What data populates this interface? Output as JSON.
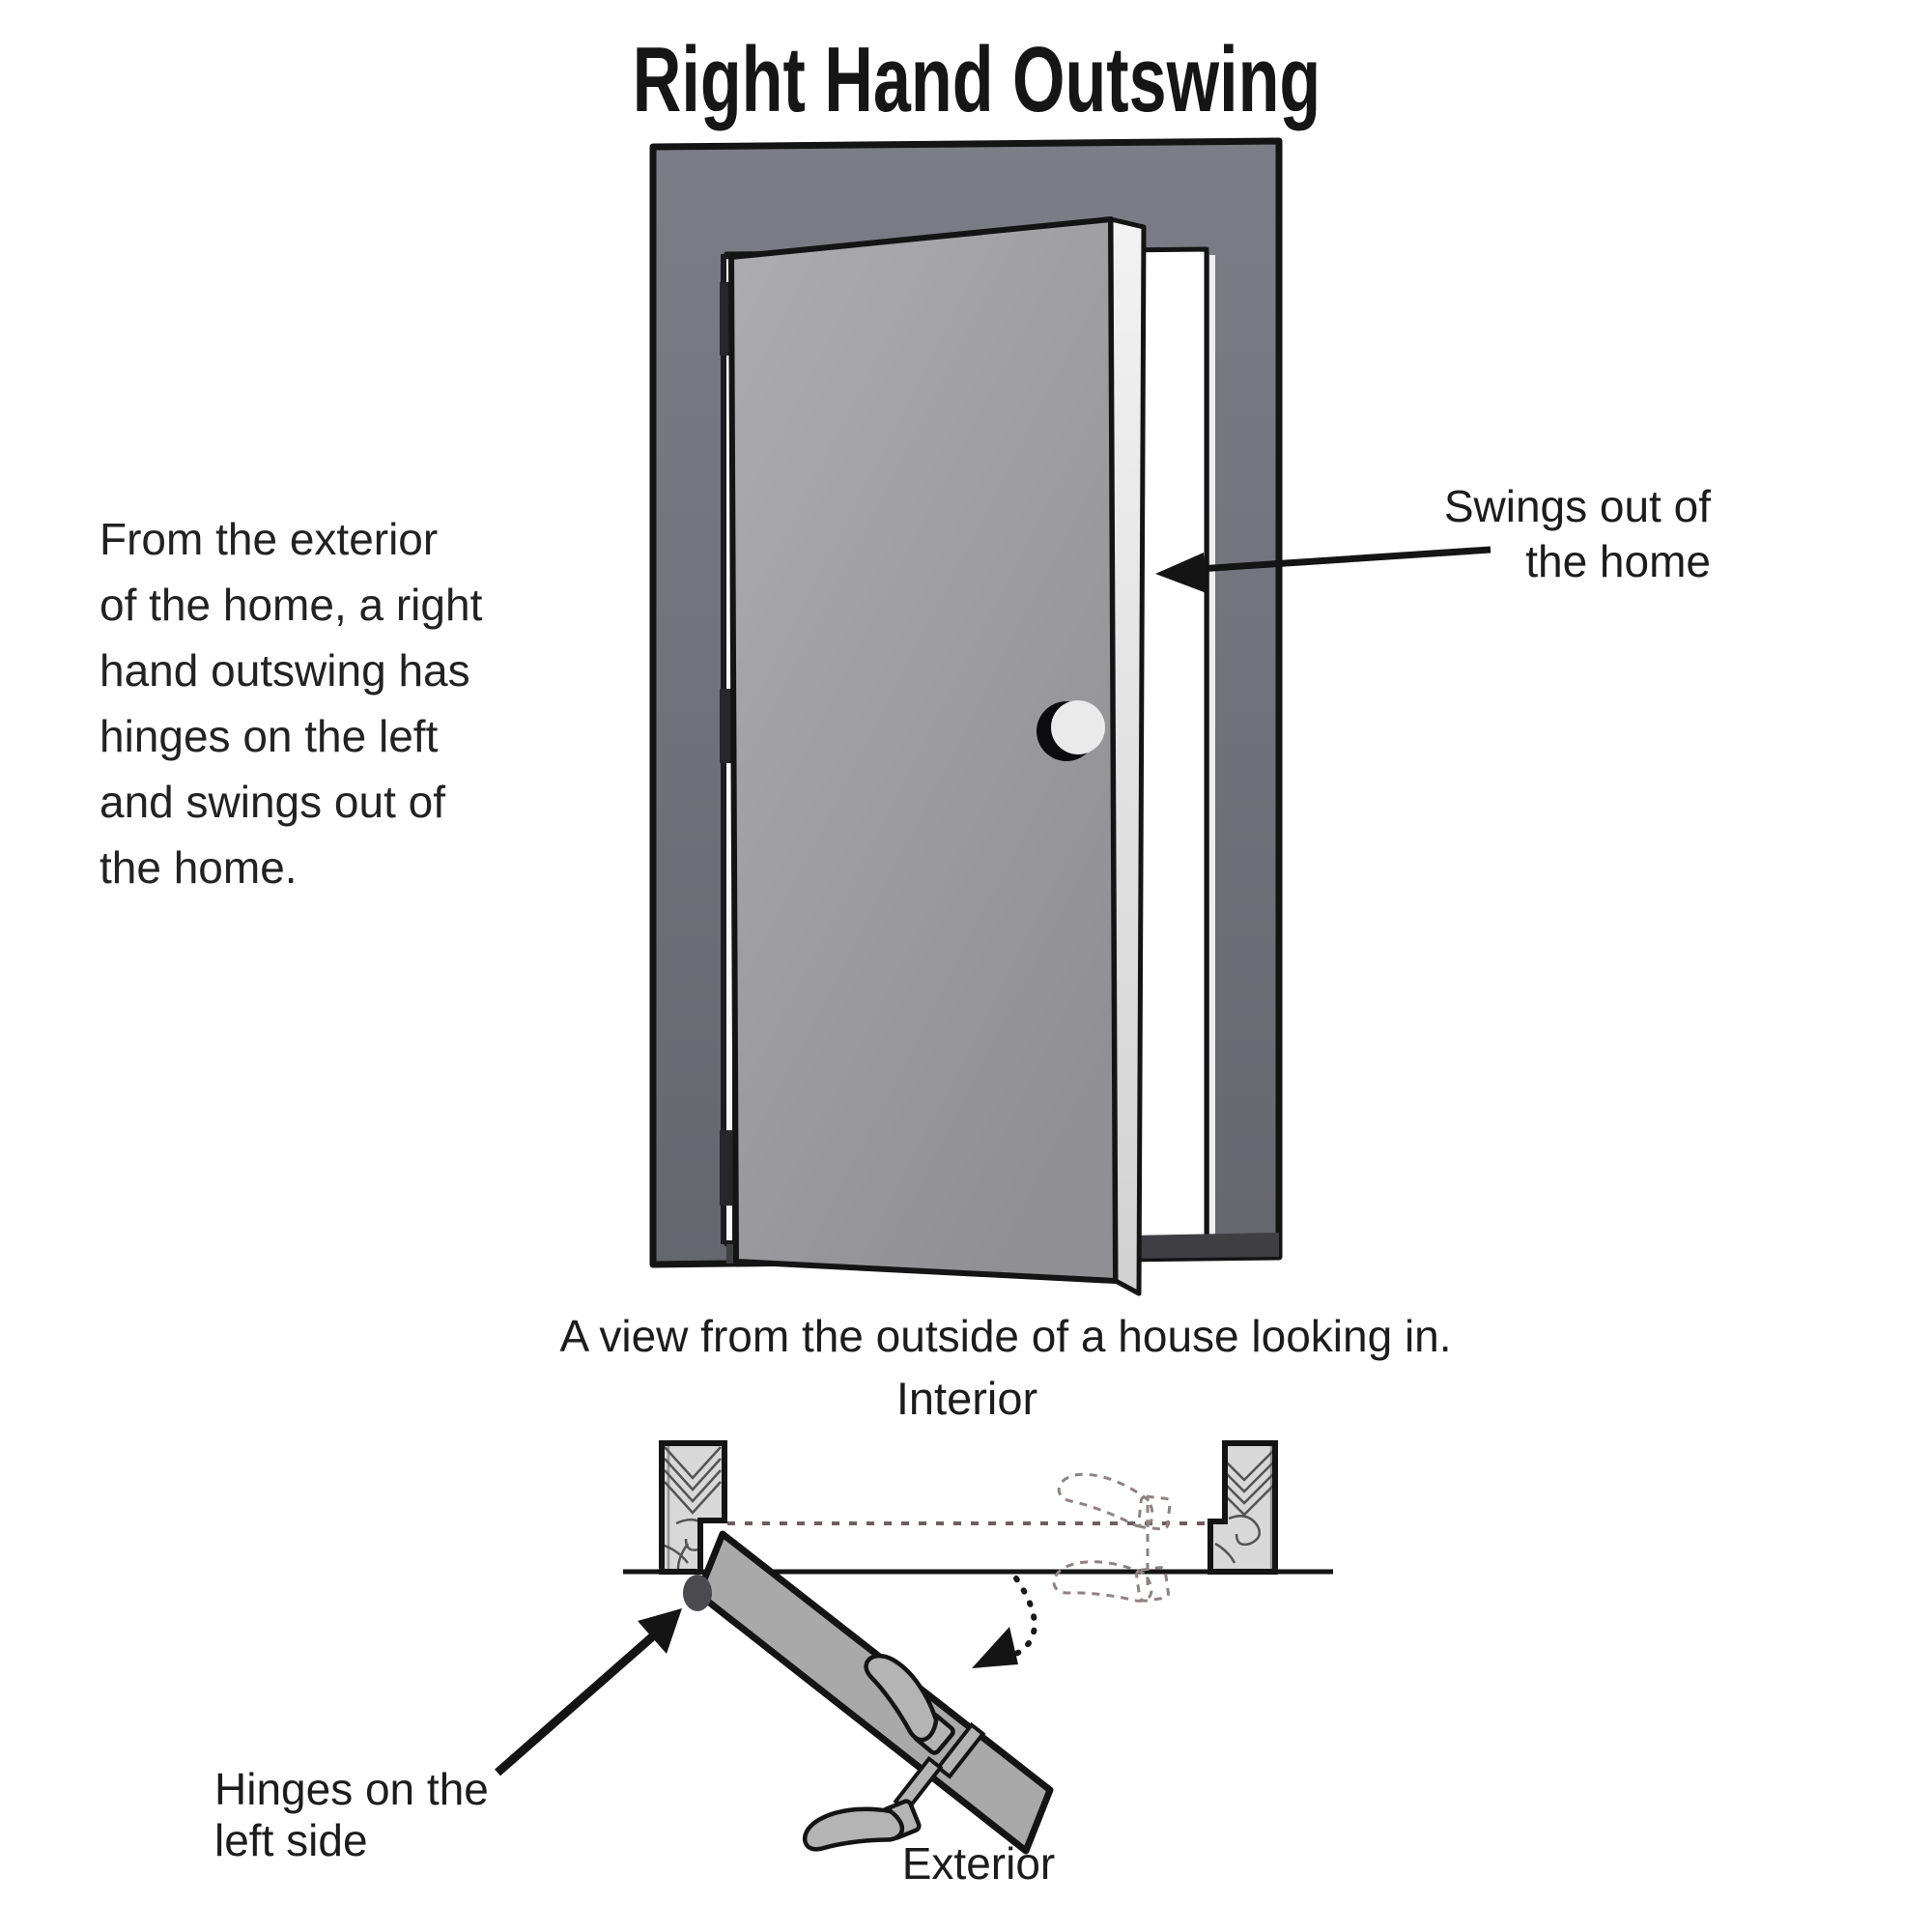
{
  "title": "Right Hand Outswing",
  "description": "From the exterior\nof the home, a right\nhand outswing has\nhinges on the left\nand swings out of\nthe home.",
  "labels": {
    "swings_out": "Swings out of\nthe home",
    "caption": "A view from the outside of a house looking in.",
    "interior": "Interior",
    "exterior": "Exterior",
    "hinges": "Hinges on the\nleft side"
  },
  "colors": {
    "frame_gray": "#73737b",
    "door_gray": "#9f9fa1",
    "door_edge": "#e6e6e6",
    "sill_dark": "#3e3e43",
    "plan_door_gray": "#a9a9a9",
    "wood_light": "#d8d8d8",
    "ink": "#141414"
  }
}
